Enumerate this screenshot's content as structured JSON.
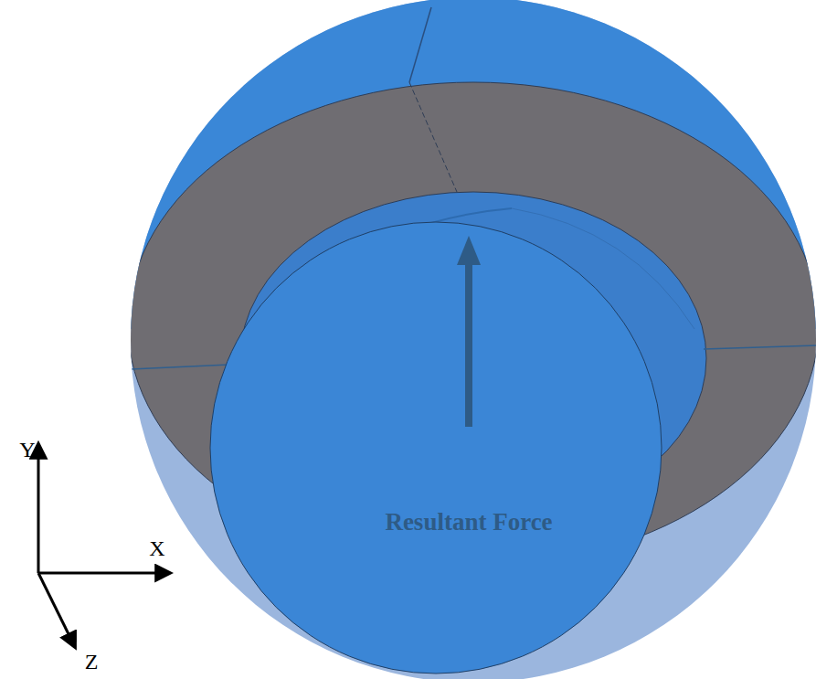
{
  "diagram": {
    "labels": [
      "Resultant Force",
      "Y",
      "X",
      "Z"
    ]
  }
}
